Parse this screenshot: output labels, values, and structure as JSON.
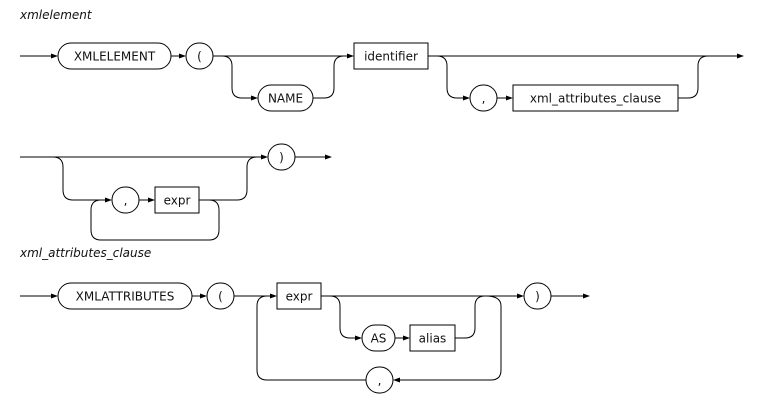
{
  "diagrams": [
    {
      "title": "xmlelement",
      "terminals": {
        "xmlelement_kw": "XMLELEMENT",
        "open_paren": "(",
        "name_kw": "NAME",
        "comma1": ",",
        "comma2": ",",
        "close_paren": ")"
      },
      "nonterminals": {
        "identifier": "identifier",
        "xml_attributes_clause": "xml_attributes_clause",
        "expr": "expr"
      }
    },
    {
      "title": "xml_attributes_clause",
      "terminals": {
        "xmlattributes_kw": "XMLATTRIBUTES",
        "open_paren": "(",
        "as_kw": "AS",
        "comma": ",",
        "close_paren": ")"
      },
      "nonterminals": {
        "expr": "expr",
        "alias": "alias"
      }
    }
  ]
}
